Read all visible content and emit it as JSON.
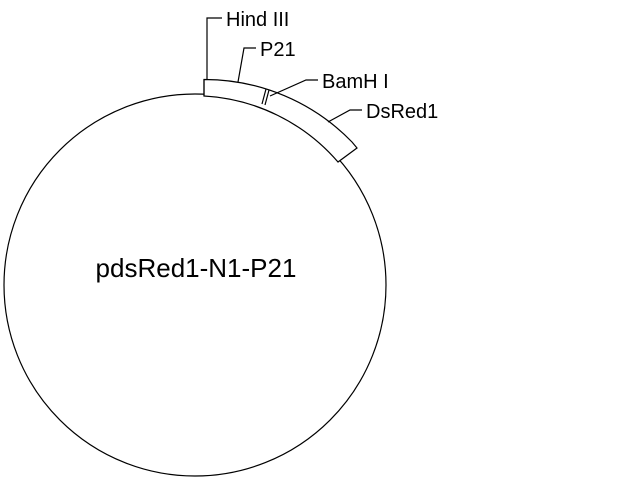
{
  "plasmid": {
    "name": "pdsRed1-N1-P21"
  },
  "features": {
    "hind3": "Hind III",
    "p21": "P21",
    "bamh1": "BamH I",
    "dsred1": "DsRed1"
  },
  "colors": {
    "stroke": "#000000",
    "background": "#ffffff"
  }
}
